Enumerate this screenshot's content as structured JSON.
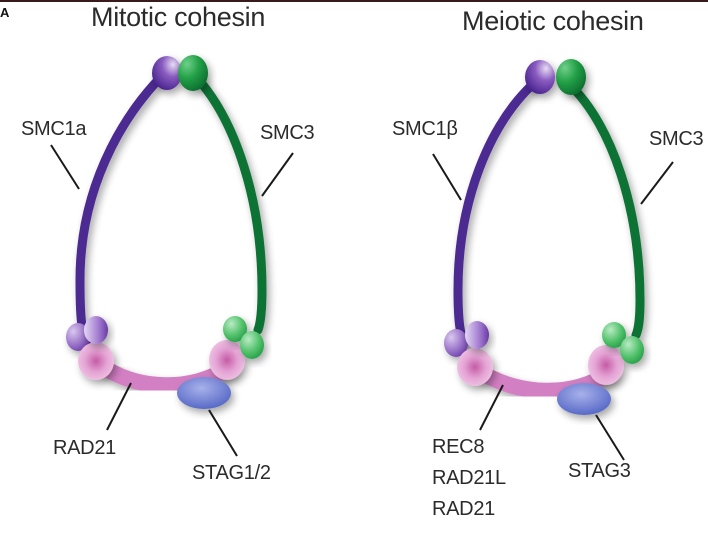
{
  "panel_label": "A",
  "colors": {
    "smc1": "#4b2a91",
    "smc3": "#0f7335",
    "kleisin": "#d37fc3",
    "stag": "#6f7fcf",
    "hinge_purple": "#7b4bb0",
    "hinge_green": "#2a9a48"
  },
  "panels": [
    {
      "title": "Mitotic cohesin",
      "labels": {
        "smc1": "SMC1a",
        "smc3": "SMC3",
        "kleisin": [
          "RAD21"
        ],
        "stag": "STAG1/2"
      }
    },
    {
      "title": "Meiotic cohesin",
      "labels": {
        "smc1": "SMC1β",
        "smc3": "SMC3",
        "kleisin": [
          "REC8",
          "RAD21L",
          "RAD21"
        ],
        "stag": "STAG3"
      }
    }
  ]
}
